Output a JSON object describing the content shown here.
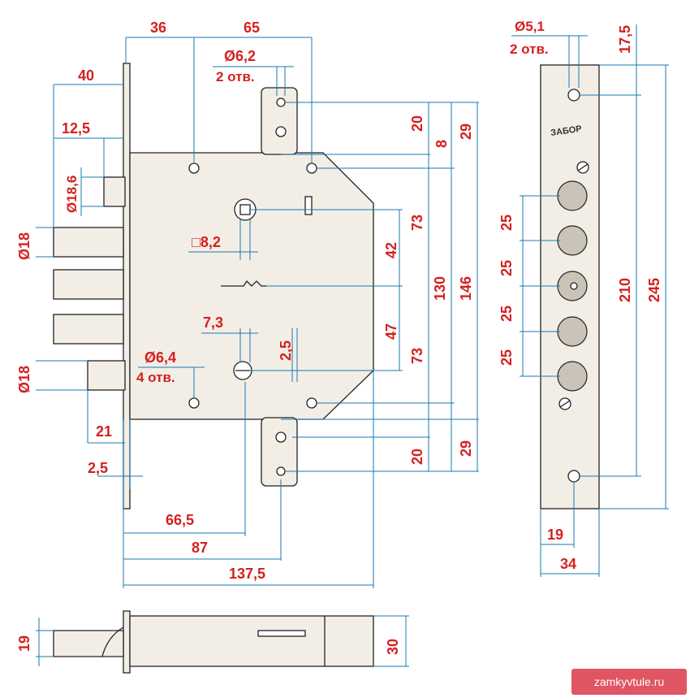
{
  "colors": {
    "dimension_text": "#d42020",
    "dimension_line": "#1a78b4",
    "outline": "#222222",
    "part_fill": "#f2eee6",
    "watermark_bg": "#e05563"
  },
  "logo_text": "ЗАБОР",
  "watermark": "zamkyvtule.ru",
  "front": {
    "top": {
      "d36": "36",
      "d65": "65",
      "hole_dia": "Ø6,2",
      "hole_count": "2 отв."
    },
    "left": {
      "d40": "40",
      "d12_5": "12,5",
      "dia18_6": "Ø18,6",
      "dia18_a": "Ø18",
      "dia18_b": "Ø18",
      "d21": "21",
      "d2_5": "2,5"
    },
    "inner": {
      "square": "□8,2",
      "d7_3": "7,3",
      "d2_5": "2,5",
      "mount_dia": "Ø6,4",
      "mount_count": "4 отв."
    },
    "right": {
      "d20_top": "20",
      "d8": "8",
      "d29_top": "29",
      "d73_top": "73",
      "d42": "42",
      "d130": "130",
      "d146": "146",
      "d47": "47",
      "d73_bot": "73",
      "d20_bot": "20",
      "d29_bot": "29"
    },
    "bottom": {
      "d66_5": "66,5",
      "d87": "87",
      "d137_5": "137,5"
    }
  },
  "faceplate": {
    "hole_dia": "Ø5,1",
    "hole_count": "2 отв.",
    "d17_5": "17,5",
    "spacing": [
      "25",
      "25",
      "25",
      "25"
    ],
    "d210": "210",
    "d245": "245",
    "d19": "19",
    "d34": "34"
  },
  "side": {
    "d19": "19",
    "d30": "30"
  }
}
